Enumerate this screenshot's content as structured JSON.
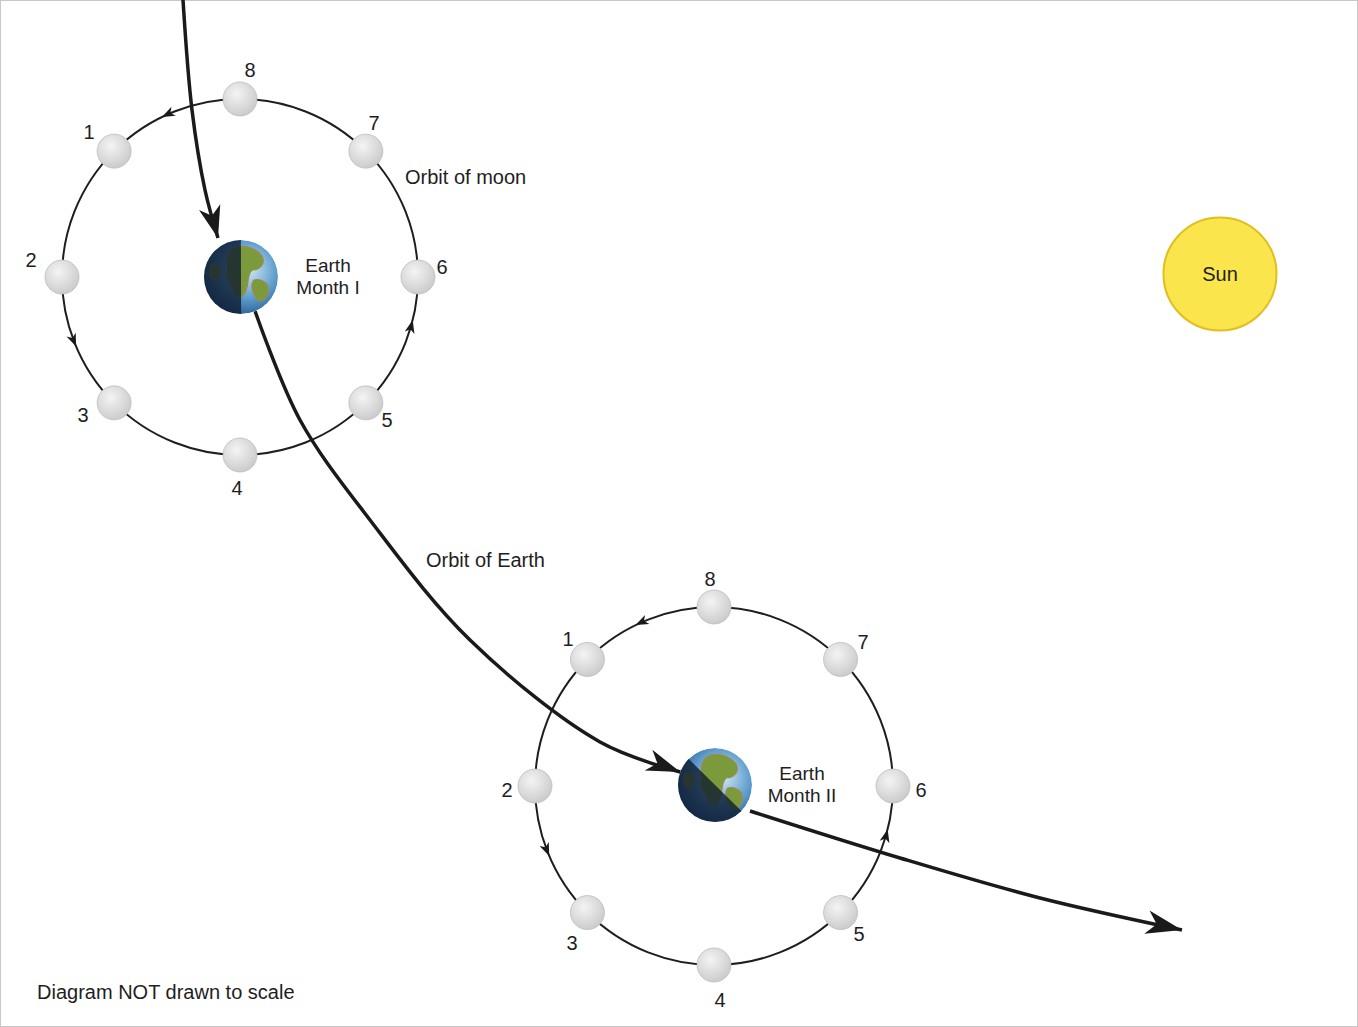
{
  "diagram": {
    "nodes": [
      {
        "text": [
          "Earth Month I"
        ]
      },
      {
        "text": [
          "Earth Month II"
        ]
      },
      {
        "text": [
          "Sun"
        ]
      }
    ],
    "edges": [
      {
        "from": 0,
        "to": 1,
        "arrow": "to",
        "label": "Orbit of Earth"
      }
    ],
    "labels": [
      "8",
      "1",
      "7",
      "Orbit of moon",
      "2",
      "6",
      "3",
      "5",
      "4",
      "8",
      "1",
      "7",
      "2",
      "6",
      "3",
      "5",
      "4",
      "Diagram NOT drawn to scale"
    ]
  }
}
